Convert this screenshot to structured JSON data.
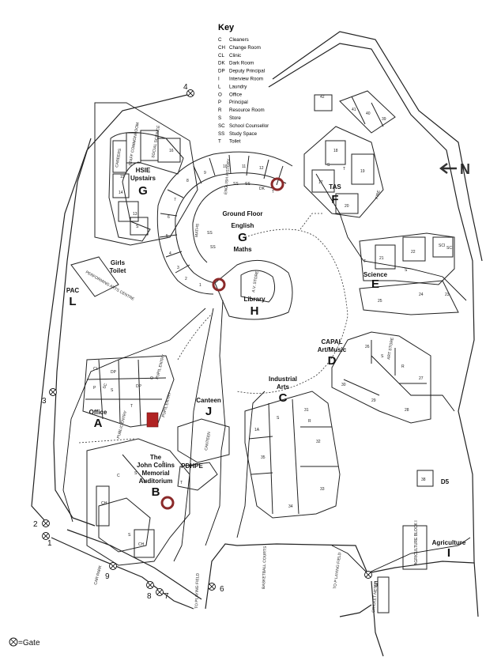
{
  "key": {
    "title": "Key",
    "items": [
      {
        "code": "C",
        "label": "Cleaners"
      },
      {
        "code": "CH",
        "label": "Change Room"
      },
      {
        "code": "CL",
        "label": "Clinic"
      },
      {
        "code": "DK",
        "label": "Dark Room"
      },
      {
        "code": "DP",
        "label": "Deputy Principal"
      },
      {
        "code": "I",
        "label": "Interview Room"
      },
      {
        "code": "L",
        "label": "Laundry"
      },
      {
        "code": "O",
        "label": "Office"
      },
      {
        "code": "P",
        "label": "Principal"
      },
      {
        "code": "R",
        "label": "Resource Room"
      },
      {
        "code": "S",
        "label": "Store"
      },
      {
        "code": "SC",
        "label": "School Counsellor"
      },
      {
        "code": "SS",
        "label": "Study Space"
      },
      {
        "code": "T",
        "label": "Toilet"
      }
    ]
  },
  "north_label": "N",
  "gate_legend": "=Gate",
  "areas": {
    "hsie": {
      "name_line1": "HSIE",
      "name_line2": "Upstairs",
      "letter": "G"
    },
    "ground": {
      "name": "Ground Floor",
      "sub1": "English",
      "letter": "G",
      "sub2": "Maths"
    },
    "library": {
      "name": "Library",
      "letter": "H"
    },
    "tas": {
      "name": "TAS",
      "letter": "F"
    },
    "science": {
      "name": "Science",
      "letter": "E"
    },
    "capal": {
      "name_line1": "CAPAL",
      "name_line2": "Art/Music",
      "letter": "D"
    },
    "industrial": {
      "name_line1": "Industrial",
      "name_line2": "Arts",
      "letter": "C"
    },
    "canteen": {
      "name": "Canteen",
      "letter": "J"
    },
    "office": {
      "name": "Office",
      "letter": "A"
    },
    "auditorium": {
      "line1": "The",
      "line2": "John Collins",
      "line3": "Memorial",
      "line4": "Auditorium",
      "letter": "B"
    },
    "pdhpe": {
      "name": "PDHPE"
    },
    "pac": {
      "name": "PAC",
      "letter": "L"
    },
    "girls_toilet": {
      "line1": "Girls",
      "line2": "Toilet"
    },
    "agriculture": {
      "name": "Agriculture",
      "letter": "I"
    },
    "d5": {
      "name": "D5"
    }
  },
  "small_labels": {
    "car_park": "CAR PARK",
    "to_playing_field_1": "TO PLAYING FIELD",
    "to_playing_field_2": "TO P LAYING FIELD",
    "basketball_courts": "BASKETBALL COURTS",
    "cricket_nets": "CRICKET NETS",
    "agriculture_block": "AGRICULTURE BLOCK I",
    "performing_arts": "PERFORMING ARTS CENTRE",
    "pupil_entry_1": "PUPIL ENTRY",
    "pupil_entry_2": "PUPIL ENTRY",
    "public_entry": "PUBLIC ENTRY",
    "canteen_room": "CANTEEN",
    "av_store": "A.V. STORE",
    "english_history": "ENGLISH HISTORY",
    "careers": "CAREERS",
    "staff_commonroom": "STAFF COMMONROOM",
    "social_science": "SOCIAL SCIENCE",
    "maths_room": "MATHS",
    "sci_room": "SCI",
    "art_store": "ART STORE",
    "fire": "FIRE"
  },
  "gates": [
    "1",
    "2",
    "3",
    "4",
    "5",
    "6",
    "7",
    "8",
    "9"
  ],
  "room_numbers": {
    "spiral_top": [
      "9",
      "10",
      "11",
      "12",
      "8",
      "7",
      "6",
      "5",
      "4",
      "3",
      "2",
      "1"
    ],
    "spiral_inner": [
      "SS",
      "SS",
      "SS",
      "SS",
      "DK",
      "T"
    ],
    "hsie_rooms": [
      "15",
      "16",
      "14",
      "13",
      "S"
    ],
    "tas_rooms": [
      "18",
      "17",
      "19",
      "20",
      "S",
      "T"
    ],
    "block_nums": [
      "42",
      "41",
      "40",
      "39"
    ],
    "science_rooms": [
      "21",
      "22",
      "SCI",
      "25",
      "24",
      "23",
      "T",
      "S"
    ],
    "capal_rooms": [
      "26",
      "27",
      "28",
      "29",
      "30",
      "S",
      "R"
    ],
    "industrial_rooms": [
      "31",
      "32",
      "33",
      "34",
      "35",
      "1A",
      "R",
      "S"
    ],
    "office_rooms": [
      "CL",
      "DP",
      "DP",
      "I",
      "P",
      "S",
      "SC",
      "O",
      "T"
    ],
    "aud_rooms": [
      "C",
      "S",
      "CH",
      "CH",
      "S",
      "T",
      "T"
    ],
    "d5_room": "38"
  },
  "colors": {
    "ring": "#8b2a2a",
    "office_marker": "#b02222"
  }
}
